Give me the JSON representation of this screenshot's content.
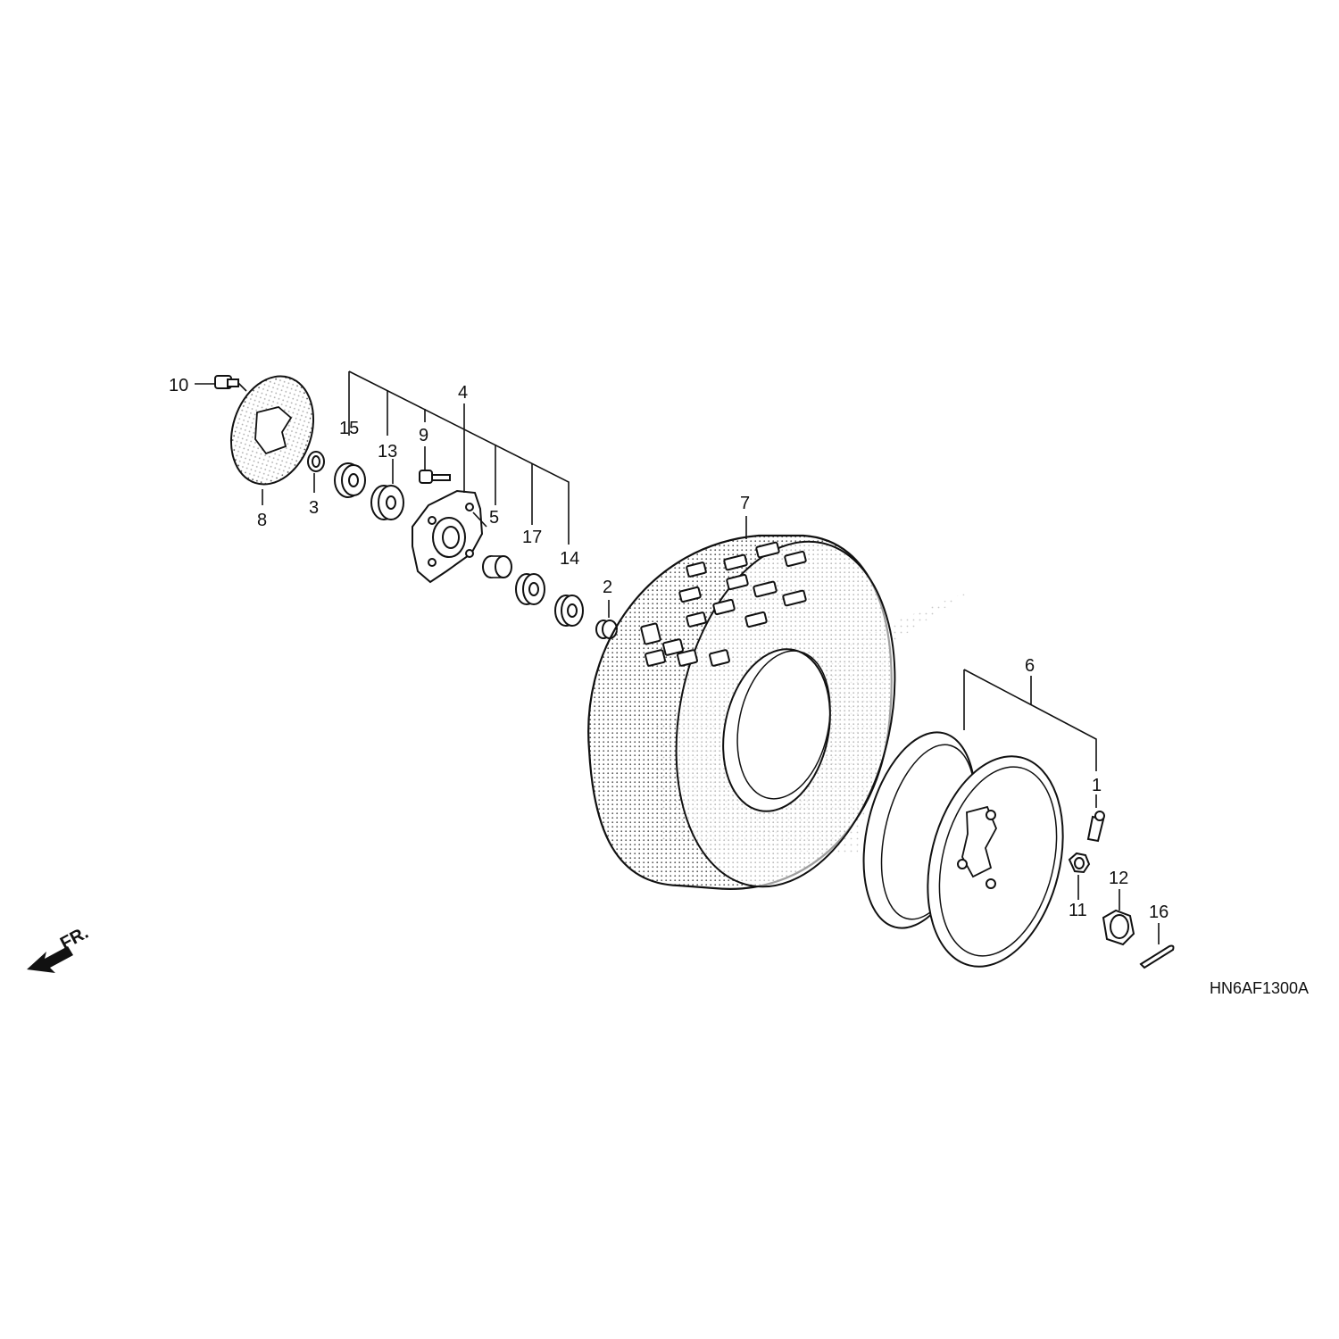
{
  "diagram": {
    "code": "HN6AF1300A",
    "front_marker": "FR.",
    "labels": {
      "p1": "1",
      "p2": "2",
      "p3": "3",
      "p4": "4",
      "p5": "5",
      "p6": "6",
      "p7": "7",
      "p8": "8",
      "p9": "9",
      "p10": "10",
      "p11": "11",
      "p12": "12",
      "p13": "13",
      "p14": "14",
      "p15": "15",
      "p16": "16",
      "p17": "17"
    }
  }
}
